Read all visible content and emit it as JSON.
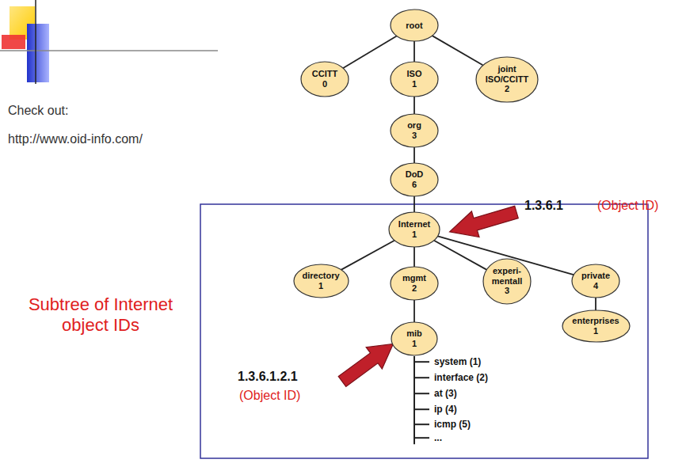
{
  "diagram": {
    "nodes": [
      {
        "text": [
          "root"
        ]
      },
      {
        "text": [
          "CCITT",
          "0"
        ]
      },
      {
        "text": [
          "ISO",
          "1"
        ]
      },
      {
        "text": [
          "joint ISO/CCITT",
          "2"
        ]
      },
      {
        "text": [
          "org",
          "3"
        ]
      },
      {
        "text": [
          "DoD",
          "6"
        ]
      },
      {
        "text": [
          "Internet",
          "1"
        ]
      },
      {
        "text": [
          "directory",
          "1"
        ]
      },
      {
        "text": [
          "mgmt",
          "2"
        ]
      },
      {
        "text": [
          "experi- mentall",
          "3"
        ]
      },
      {
        "text": [
          "private",
          "4"
        ]
      },
      {
        "text": [
          "enterprises",
          "1"
        ]
      },
      {
        "text": [
          "mib",
          "1"
        ]
      }
    ],
    "edges": [
      {
        "from": 0,
        "to": 1,
        "arrow": "none"
      },
      {
        "from": 0,
        "to": 2,
        "arrow": "none"
      },
      {
        "from": 0,
        "to": 3,
        "arrow": "none"
      },
      {
        "from": 2,
        "to": 4,
        "arrow": "none"
      },
      {
        "from": 4,
        "to": 5,
        "arrow": "none"
      },
      {
        "from": 5,
        "to": 6,
        "arrow": "none"
      },
      {
        "from": 6,
        "to": 7,
        "arrow": "none"
      },
      {
        "from": 6,
        "to": 8,
        "arrow": "none"
      },
      {
        "from": 6,
        "to": 9,
        "arrow": "none"
      },
      {
        "from": 6,
        "to": 10,
        "arrow": "none"
      },
      {
        "from": 10,
        "to": 11,
        "arrow": "none"
      },
      {
        "from": 8,
        "to": 12,
        "arrow": "none"
      }
    ],
    "labels": [
      "Check out:",
      "http://www.oid-info.com/",
      "Subtree of Internet object IDs",
      "1.3.6.1",
      "(Object ID)",
      "1.3.6.1.2.1",
      "(Object ID)",
      "system (1)",
      "interface (2)",
      "at (3)",
      "ip (4)",
      "icmp (5)",
      "..."
    ]
  }
}
